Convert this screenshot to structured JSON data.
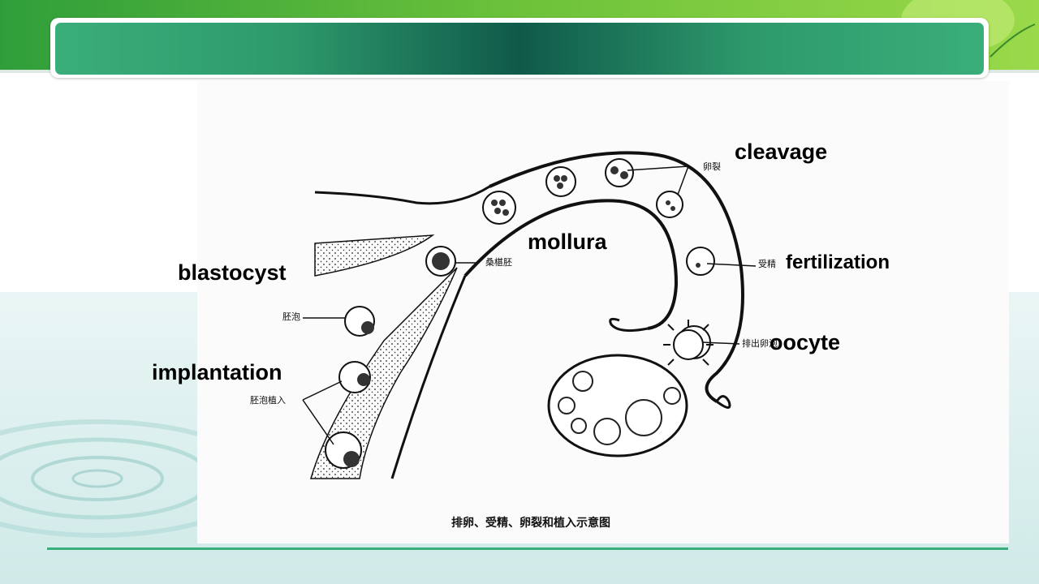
{
  "labels": {
    "cleavage": "cleavage",
    "mollura": "mollura",
    "blastocyst": "blastocyst",
    "fertilization": "fertilization",
    "oocyte": "oocyte",
    "implantation": "implantation"
  },
  "diagram_text": {
    "cleavage_cn": "卵裂",
    "morula_cn": "桑椹胚",
    "fertilization_cn": "受精",
    "ovulation_cn": "排出卵泡",
    "blastocyst_cn": "胚泡",
    "implantation_cn": "胚泡植入",
    "caption": "排卵、受精、卵裂和植入示意图"
  },
  "colors": {
    "header_green": "#3aae7a",
    "header_dark": "#0f5a4a",
    "footer_line": "#3aae7a"
  }
}
